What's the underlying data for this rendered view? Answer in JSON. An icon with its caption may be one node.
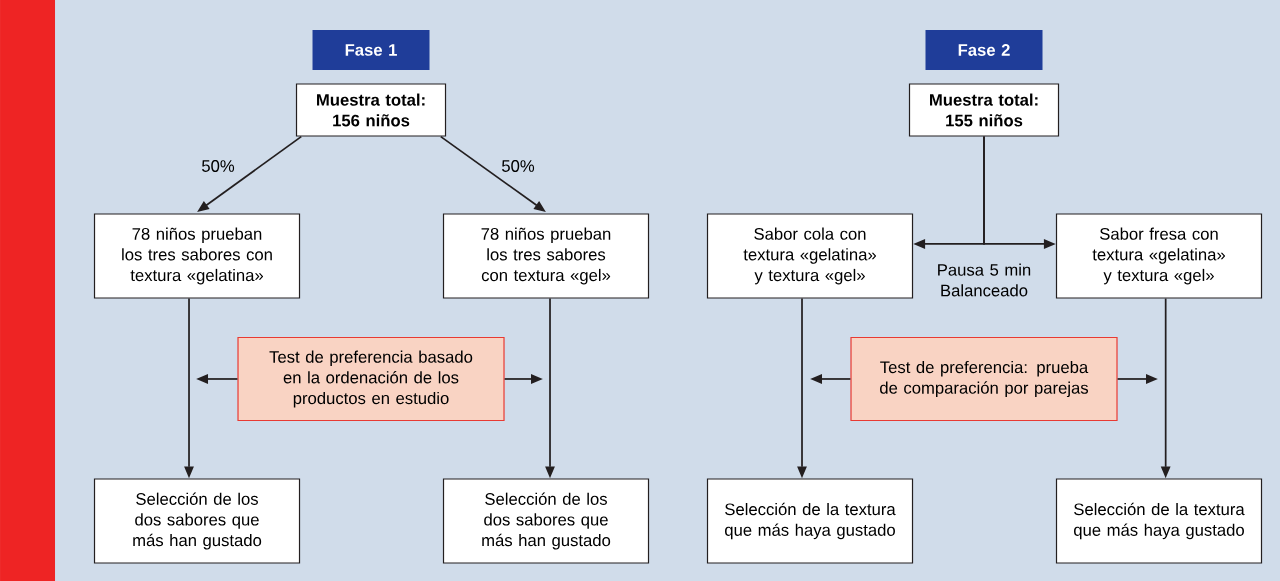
{
  "diagram": {
    "nodes": [
      {
        "text": [
          "Fase 1"
        ]
      },
      {
        "text": [
          "Muestra total: 156 niños"
        ]
      },
      {
        "text": [
          "78 niños prueban los tres sabores con textura «gelatina»"
        ]
      },
      {
        "text": [
          "78 niños prueban los tres sabores con textura «gel»"
        ]
      },
      {
        "text": [
          "Test de preferencia basado en la ordenación de los productos en estudio"
        ]
      },
      {
        "text": [
          "Selección de los dos sabores que más han gustado"
        ]
      },
      {
        "text": [
          "Selección de los dos sabores que más han gustado"
        ]
      },
      {
        "text": [
          "Fase 2"
        ]
      },
      {
        "text": [
          "Muestra total: 155 niños"
        ]
      },
      {
        "text": [
          "Sabor cola con textura «gelatina» y textura «gel»"
        ]
      },
      {
        "text": [
          "Sabor fresa con textura «gelatina» y textura «gel»"
        ]
      },
      {
        "text": [
          "Test de preferencia: prueba de comparación por parejas"
        ]
      },
      {
        "text": [
          "Selección de la textura que más haya gustado"
        ]
      },
      {
        "text": [
          "Selección de la textura que más haya gustado"
        ]
      }
    ],
    "edges": [
      {
        "from": 1,
        "to": 2,
        "arrow": "to",
        "label": "50%"
      },
      {
        "from": 1,
        "to": 3,
        "arrow": "to",
        "label": "50%"
      },
      {
        "from": 2,
        "to": 5,
        "arrow": "to"
      },
      {
        "from": 3,
        "to": 6,
        "arrow": "to"
      },
      {
        "from": 4,
        "to": null,
        "arrow": "to"
      },
      {
        "from": 4,
        "to": null,
        "arrow": "to"
      },
      {
        "from": 8,
        "to": 9,
        "arrow": "to"
      },
      {
        "from": 8,
        "to": 10,
        "arrow": "to"
      },
      {
        "from": 9,
        "to": 12,
        "arrow": "to"
      },
      {
        "from": 10,
        "to": 13,
        "arrow": "to"
      },
      {
        "from": 11,
        "to": null,
        "arrow": "to"
      },
      {
        "from": 11,
        "to": null,
        "arrow": "to"
      }
    ],
    "labels": [
      "Pausa 5 min Balanceado"
    ]
  }
}
